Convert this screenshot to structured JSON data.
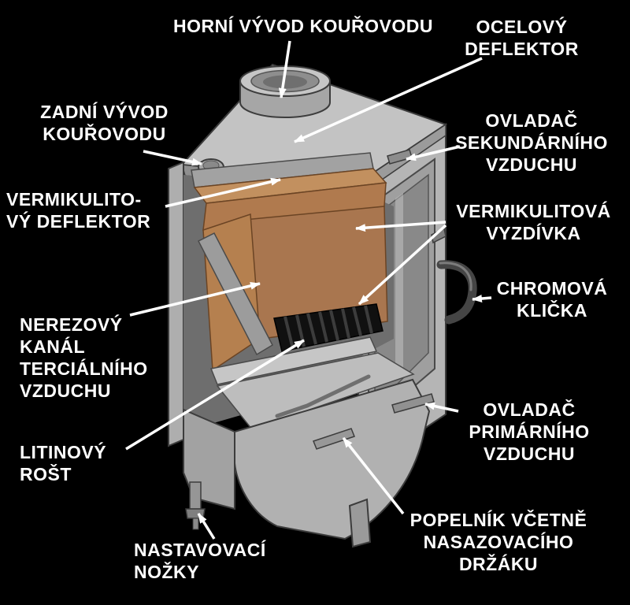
{
  "figure": {
    "type": "stove-cutaway-diagram",
    "background": "#000000",
    "label_color": "#ffffff",
    "arrow_color": "#ffffff",
    "stove_body_color": "#b8b8b8",
    "vermiculite_color": "#b5804f"
  },
  "labels": {
    "horni_vyvod": "HORNÍ VÝVOD KOUŘOVODU",
    "ocelovy_deflektor": "OCELOVÝ\nDEFLEKTOR",
    "zadni_vyvod": "ZADNÍ VÝVOD\nKOUŘOVODU",
    "ovladac_sekundarniho": "OVLADAČ\nSEKUNDÁRNÍHO\nVZDUCHU",
    "vermikulitovy_deflektor": "VERMIKULITO-\nVÝ DEFLEKTOR",
    "vermikulitova_vyzdivka": "VERMIKULITOVÁ\nVYZDÍVKA",
    "chromova_klicka": "CHROMOVÁ\nKLIČKA",
    "nerezovy_kanal": "NEREZOVÝ\nKANÁL\nTERCIÁLNÍHO\nVZDUCHU",
    "ovladac_primarniho": "OVLADAČ\nPRIMÁRNÍHO\nVZDUCHU",
    "litinovy_rost": "LITINOVÝ\nROŠT",
    "popelnik": "POPELNÍK VČETNĚ\nNASAZOVACÍHO\nDRŽÁKU",
    "nastavovaci_nozky": "NASTAVOVACÍ\nNOŽKY"
  }
}
